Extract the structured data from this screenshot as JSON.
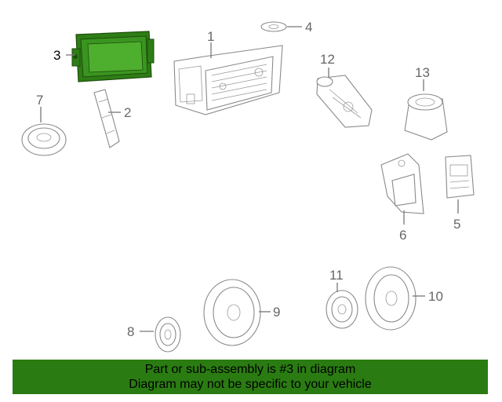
{
  "callouts": [
    {
      "id": "1",
      "label": "1"
    },
    {
      "id": "2",
      "label": "2"
    },
    {
      "id": "3",
      "label": "3",
      "highlighted": true
    },
    {
      "id": "4",
      "label": "4"
    },
    {
      "id": "5",
      "label": "5"
    },
    {
      "id": "6",
      "label": "6"
    },
    {
      "id": "7",
      "label": "7"
    },
    {
      "id": "8",
      "label": "8"
    },
    {
      "id": "9",
      "label": "9"
    },
    {
      "id": "10",
      "label": "10"
    },
    {
      "id": "11",
      "label": "11"
    },
    {
      "id": "12",
      "label": "12"
    },
    {
      "id": "13",
      "label": "13"
    }
  ],
  "banner": {
    "line1": "Part or sub-assembly is #3 in diagram",
    "line2": "Diagram may not be specific to your vehicle"
  },
  "colors": {
    "highlight_fill": "#2e7d16",
    "banner_bg": "#2a7c12",
    "line": "#777777"
  }
}
